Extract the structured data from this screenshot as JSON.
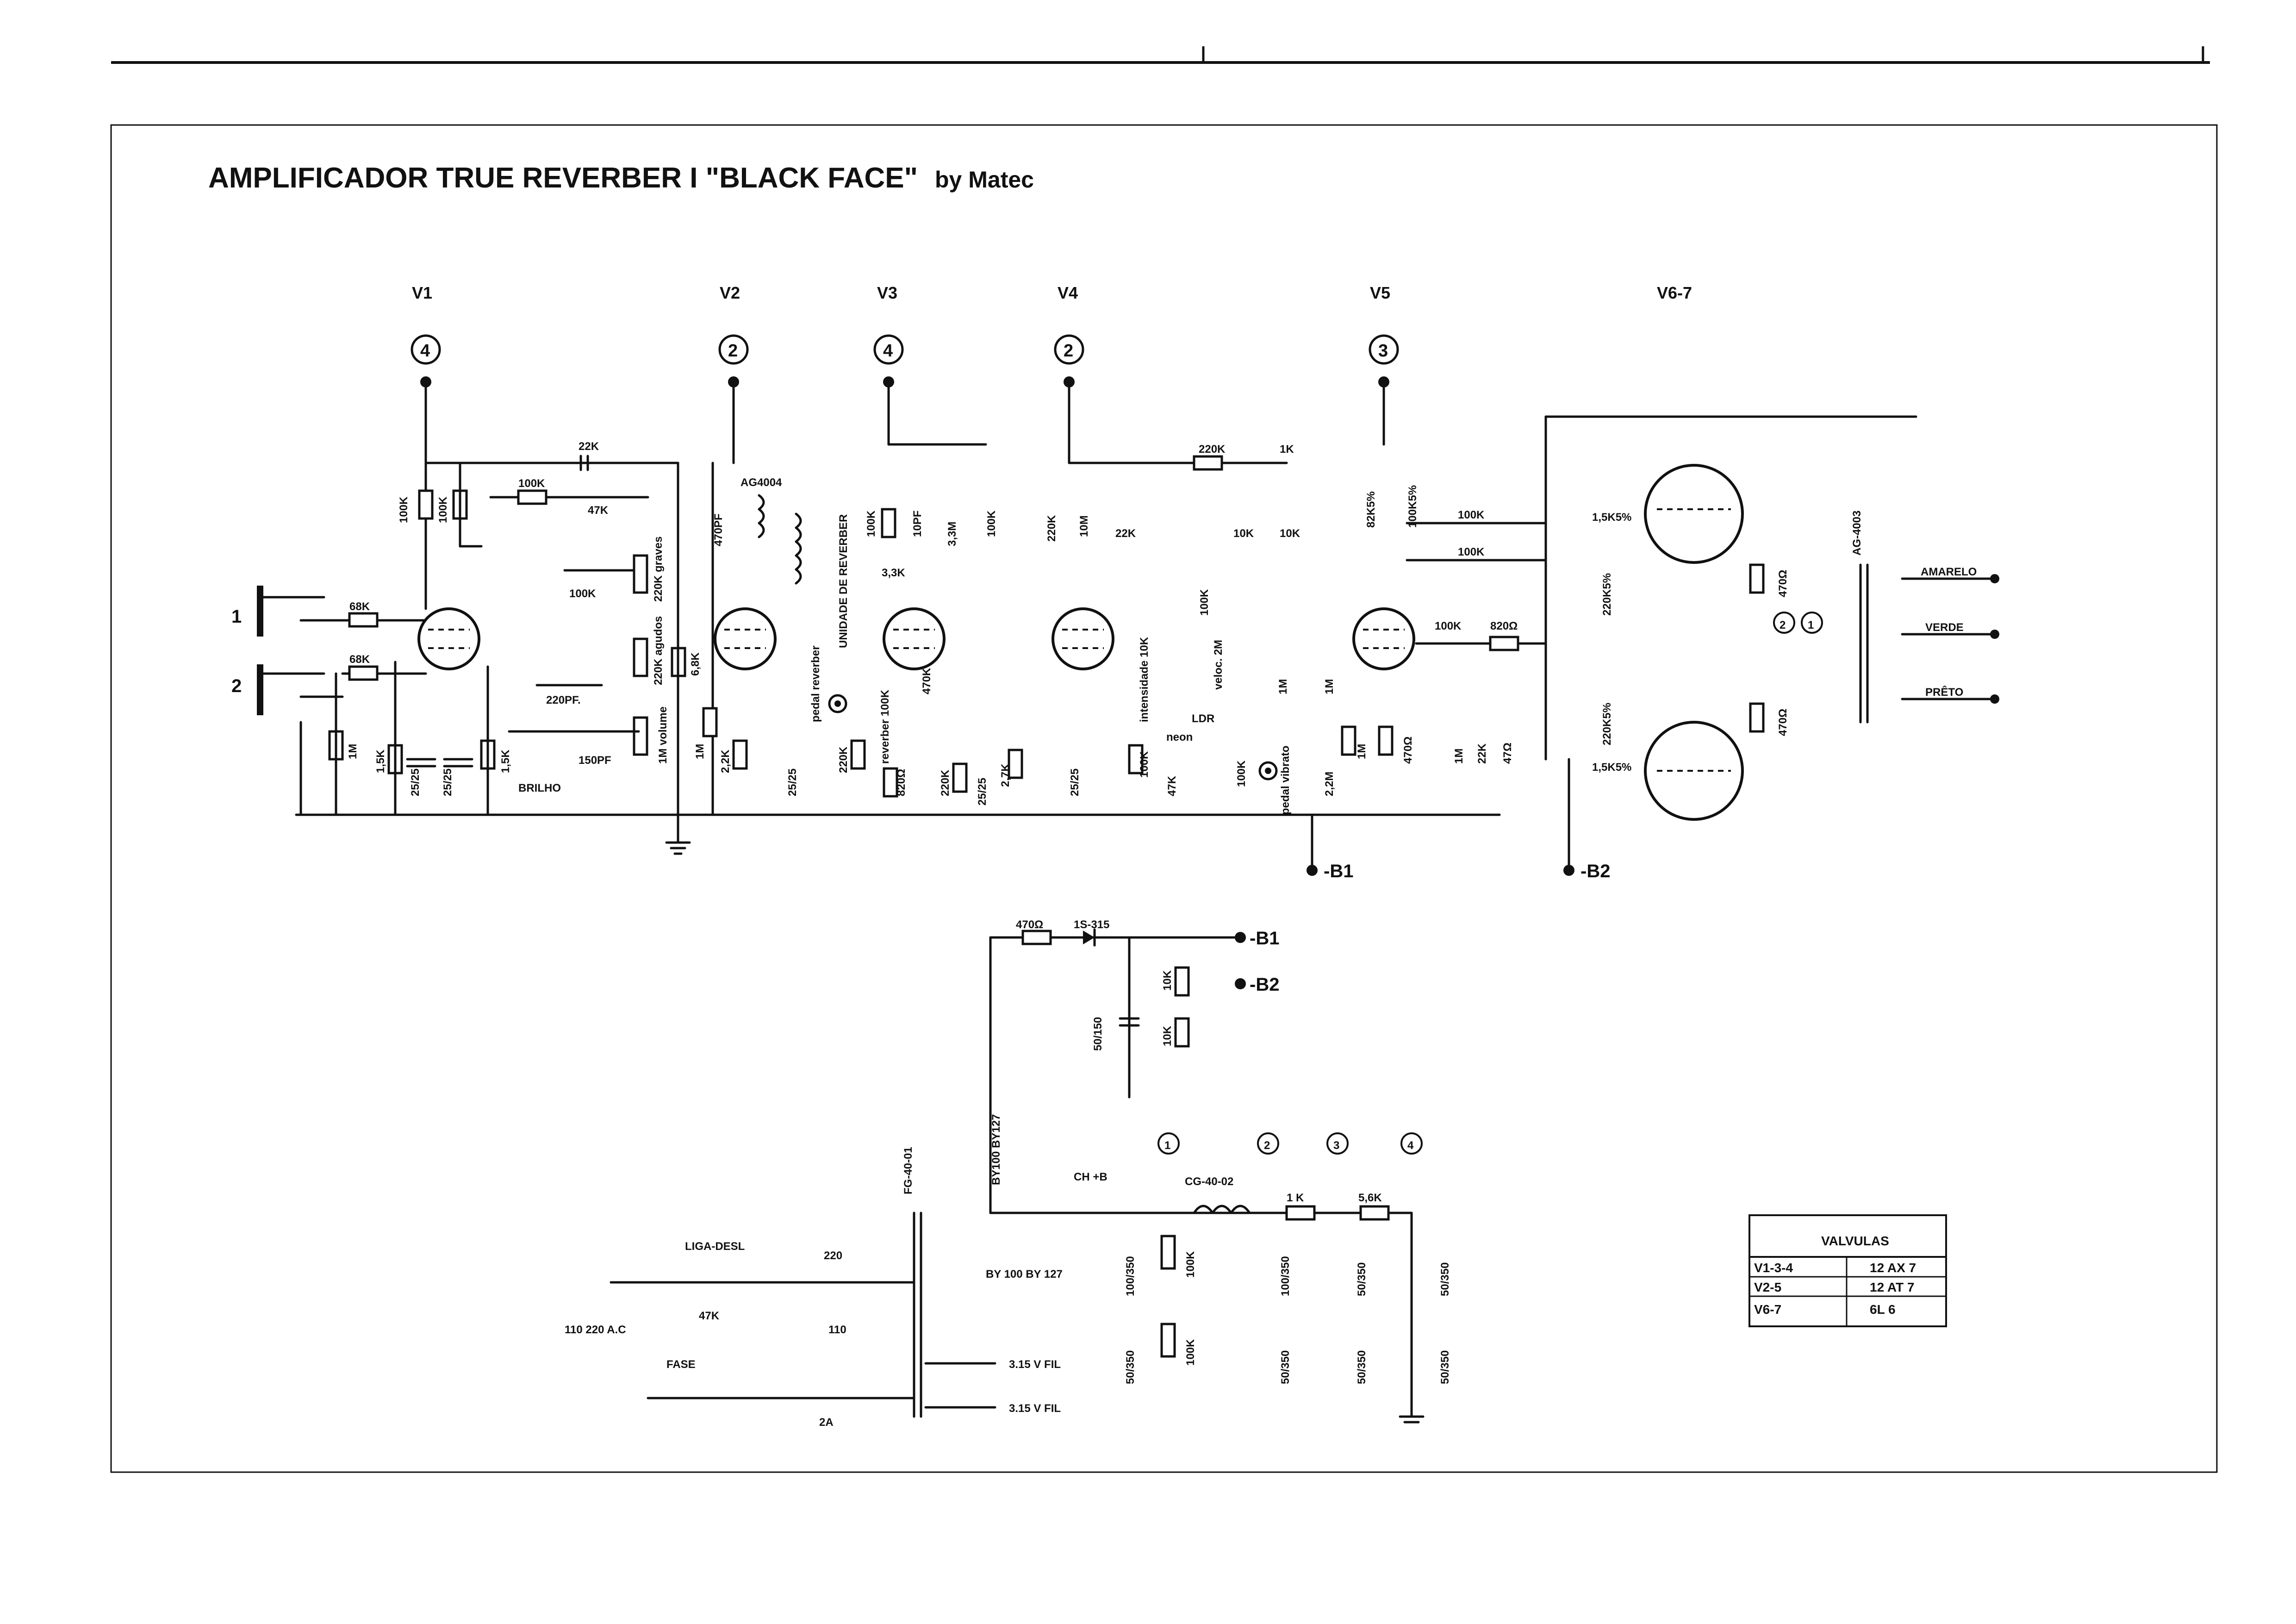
{
  "title": {
    "main": "AMPLIFICADOR TRUE REVERBER I \"BLACK FACE\"",
    "by": "by Matec"
  },
  "tubes": [
    {
      "label": "V1",
      "supply_node": "4"
    },
    {
      "label": "V2",
      "supply_node": "2"
    },
    {
      "label": "V3",
      "supply_node": "4"
    },
    {
      "label": "V4",
      "supply_node": "2"
    },
    {
      "label": "V5",
      "supply_node": "3"
    },
    {
      "label": "V6-7",
      "supply_node": ""
    }
  ],
  "inputs": {
    "in1": "1",
    "in2": "2"
  },
  "components": {
    "v1_r1": "68K",
    "v1_r2": "68K",
    "v1_r3": "1M",
    "v1_r4": "1,5K",
    "v1_c1": "25/25",
    "v1_c2": "25/25",
    "v1_r5": "1,5K",
    "v1_plate1": "100K",
    "v1_plate2": "100K",
    "tone_22k": "22K",
    "tone_100k": "100K",
    "tone_47k": "47K",
    "tone_100k_b": "100K",
    "tone_220k_graves": "220K graves",
    "tone_220k_agudos": "220K agudos",
    "tone_220pf": "220PF.",
    "tone_1m_volume": "1M volume",
    "tone_150pf": "150PF",
    "brilho": "BRILHO",
    "v1_68k": "6,8K",
    "v2_470pf": "470PF",
    "v2_transformer": "AG4004",
    "v2_1m": "1M",
    "v2_22k": "2,2K",
    "v2_c": "25/25",
    "v2_reverb_unit": "UNIDADE DE REVERBER",
    "v2_pedal": "pedal reverber",
    "v2_220k": "220K",
    "v3_100k": "100K",
    "v3_10pf": "10PF",
    "v3_33m": "3,3M",
    "v3_100k_b": "100K",
    "v3_33k": "3,3K",
    "v3_470k": "470K",
    "v3_reverber_100k": "reverber 100K",
    "v3_820": "820Ω",
    "v3_220k": "220K",
    "v3_c": "25/25",
    "v3_27k": "2,7K",
    "v4_220k": "220K",
    "v4_10m": "10M",
    "v4_22k": "22K",
    "v4_100k": "100K",
    "v4_c": "25/25",
    "v4_100k_b": "100K",
    "v4_47k": "47K",
    "v4_intensidade": "intensidade 10K",
    "v4_veloc": "veloc. 2M",
    "v4_ldr": "LDR",
    "v4_neon": "neon",
    "v4_220k_top": "220K",
    "v4_1k_top": "1K",
    "v4_10k_a": "10K",
    "v4_10k_b": "10K",
    "v4_1m_a": "1M",
    "v4_1m_b": "1M",
    "v4_100k_c": "100K",
    "v4_pedal_vibrato": "pedal vibrato",
    "v4_22m": "2,2M",
    "v5_82k": "82K5%",
    "v5_100k": "100K5%",
    "v5_100k_a": "100K",
    "v5_100k_b": "100K",
    "v5_100k_c": "100K",
    "v5_820": "820Ω",
    "v5_1m": "1M",
    "v5_470": "470Ω",
    "v5_1m_b": "1M",
    "v5_22k": "22K",
    "v5_47": "47Ω",
    "v67_15k_a": "1,5K5%",
    "v67_220k_a": "220K5%",
    "v67_220k_b": "220K5%",
    "v67_15k_b": "1,5K5%",
    "v67_470_a": "470Ω",
    "v67_470_b": "470Ω",
    "v67_transformer": "AG-4003",
    "v67_node2": "2",
    "v67_node1": "1"
  },
  "speaker_out": {
    "amarelo": "AMARELO",
    "verde": "VERDE",
    "preto": "PRÊTO"
  },
  "rails": {
    "b1": "-B1",
    "b2": "-B2",
    "b1_supply": "-B1",
    "b2_supply": "-B2"
  },
  "bias_supply": {
    "r470": "470Ω",
    "diode": "1S-315",
    "cap": "50/150",
    "r10k_pot": "10K",
    "r10k": "10K"
  },
  "power_supply": {
    "transformer": "FG-40-01",
    "diode1": "BY100 BY127",
    "diode2": "BY 100 BY 127",
    "switch": "CH +B",
    "cap1": "100/350",
    "res1": "100K",
    "cap2": "50/350",
    "res2": "100K",
    "choke": "CG-40-02",
    "r1k": "1 K",
    "r56k": "5,6K",
    "cap3": "100/350",
    "cap4": "50/350",
    "cap5": "50/350",
    "cap6": "50/350",
    "cap7": "50/350",
    "cap8": "50/350",
    "node1": "1",
    "node2": "2",
    "node3": "3",
    "node4": "4",
    "fil1": "3.15 V FIL",
    "fil2": "3.15 V FIL",
    "liga": "LIGA-DESL",
    "v220": "220",
    "v110": "110",
    "mains": "110 220 A.C",
    "fase": "FASE",
    "r47k": "47K",
    "fuse": "2A"
  },
  "valve_table": {
    "header": "VALVULAS",
    "rows": [
      {
        "pos": "V1-3-4",
        "type": "12 AX 7"
      },
      {
        "pos": "V2-5",
        "type": "12 AT 7"
      },
      {
        "pos": "V6-7",
        "type": "6L 6"
      }
    ]
  }
}
